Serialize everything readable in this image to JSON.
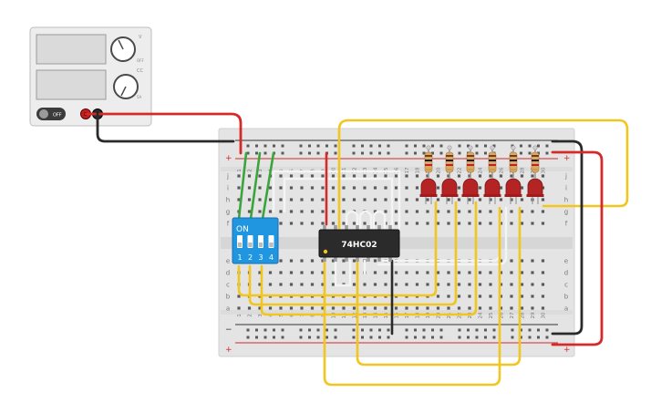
{
  "power_supply": {
    "switch_label": "OFF",
    "knob1_top": "V",
    "knob1_side": "OFF",
    "knob2_top": "CC",
    "knob2_side": "5A"
  },
  "breadboard": {
    "plus_symbol": "+",
    "minus_symbol": "−",
    "rows_upper": [
      "j",
      "i",
      "h",
      "g",
      "f"
    ],
    "rows_lower": [
      "e",
      "d",
      "c",
      "b",
      "a"
    ],
    "columns": [
      "1",
      "2",
      "3",
      "4",
      "5",
      "6",
      "7",
      "8",
      "9",
      "10",
      "11",
      "12",
      "13",
      "14",
      "15",
      "16",
      "17",
      "18",
      "19",
      "20",
      "21",
      "22",
      "23",
      "24",
      "25",
      "26",
      "27",
      "28",
      "29",
      "30"
    ]
  },
  "dip_switch": {
    "on_label": "ON",
    "numbers": [
      "1",
      "2",
      "3",
      "4"
    ]
  },
  "chip": {
    "label": "74HC02"
  },
  "colors": {
    "wire_red": "#d42a2a",
    "wire_black": "#2a2a2a",
    "wire_yellow": "#f2c61f",
    "wire_green": "#3aa53a",
    "wire_white": "#f2f2f2",
    "led_red": "#b42424",
    "dip_blue": "#2196e0",
    "chip_black": "#2b2b2b",
    "board": "#e4e4e4"
  }
}
